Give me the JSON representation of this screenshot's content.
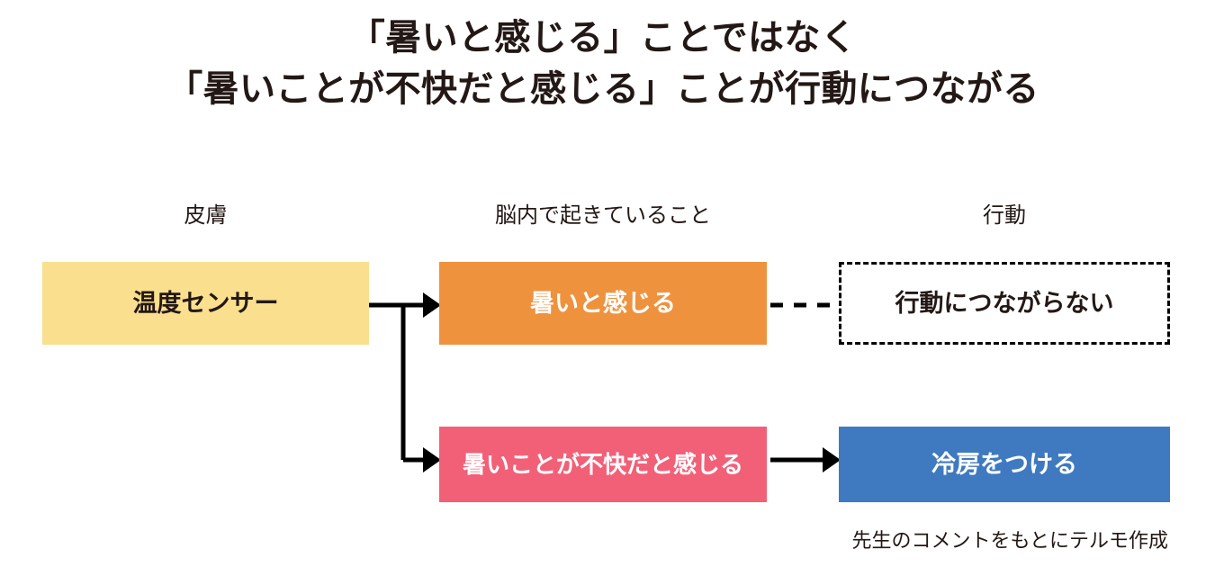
{
  "title": {
    "line1": "「暑いと感じる」ことではなく",
    "line2": "「暑いことが不快だと感じる」ことが行動につながる"
  },
  "columns": {
    "skin": "皮膚",
    "brain": "脳内で起きていること",
    "action": "行動"
  },
  "boxes": {
    "sensor": "温度センサー",
    "feel_hot": "暑いと感じる",
    "no_action": "行動につながらない",
    "feel_unpleasant": "暑いことが不快だと感じる",
    "turn_on_aircon": "冷房をつける"
  },
  "credit": "先生のコメントをもとにテルモ作成",
  "colors": {
    "background": "#FFFFFF",
    "text": "#231815",
    "sensor_box": "#FADF8E",
    "feel_hot_box": "#EF923E",
    "feel_unpleasant_box": "#F26077",
    "aircon_box": "#3F7AC0",
    "no_action_border": "#000000",
    "connector": "#000000"
  },
  "connectors": [
    {
      "name": "sensor-to-feel-hot",
      "from": "sensor",
      "to": "feel_hot",
      "style": "solid",
      "arrowhead": true
    },
    {
      "name": "sensor-to-feel-unpleasant",
      "from": "sensor",
      "to": "feel_unpleasant",
      "style": "solid",
      "arrowhead": true
    },
    {
      "name": "feel-hot-to-no-action",
      "from": "feel_hot",
      "to": "no_action",
      "style": "dashed",
      "arrowhead": false
    },
    {
      "name": "feel-unpleasant-to-aircon",
      "from": "feel_unpleasant",
      "to": "turn_on_aircon",
      "style": "solid",
      "arrowhead": true
    }
  ]
}
